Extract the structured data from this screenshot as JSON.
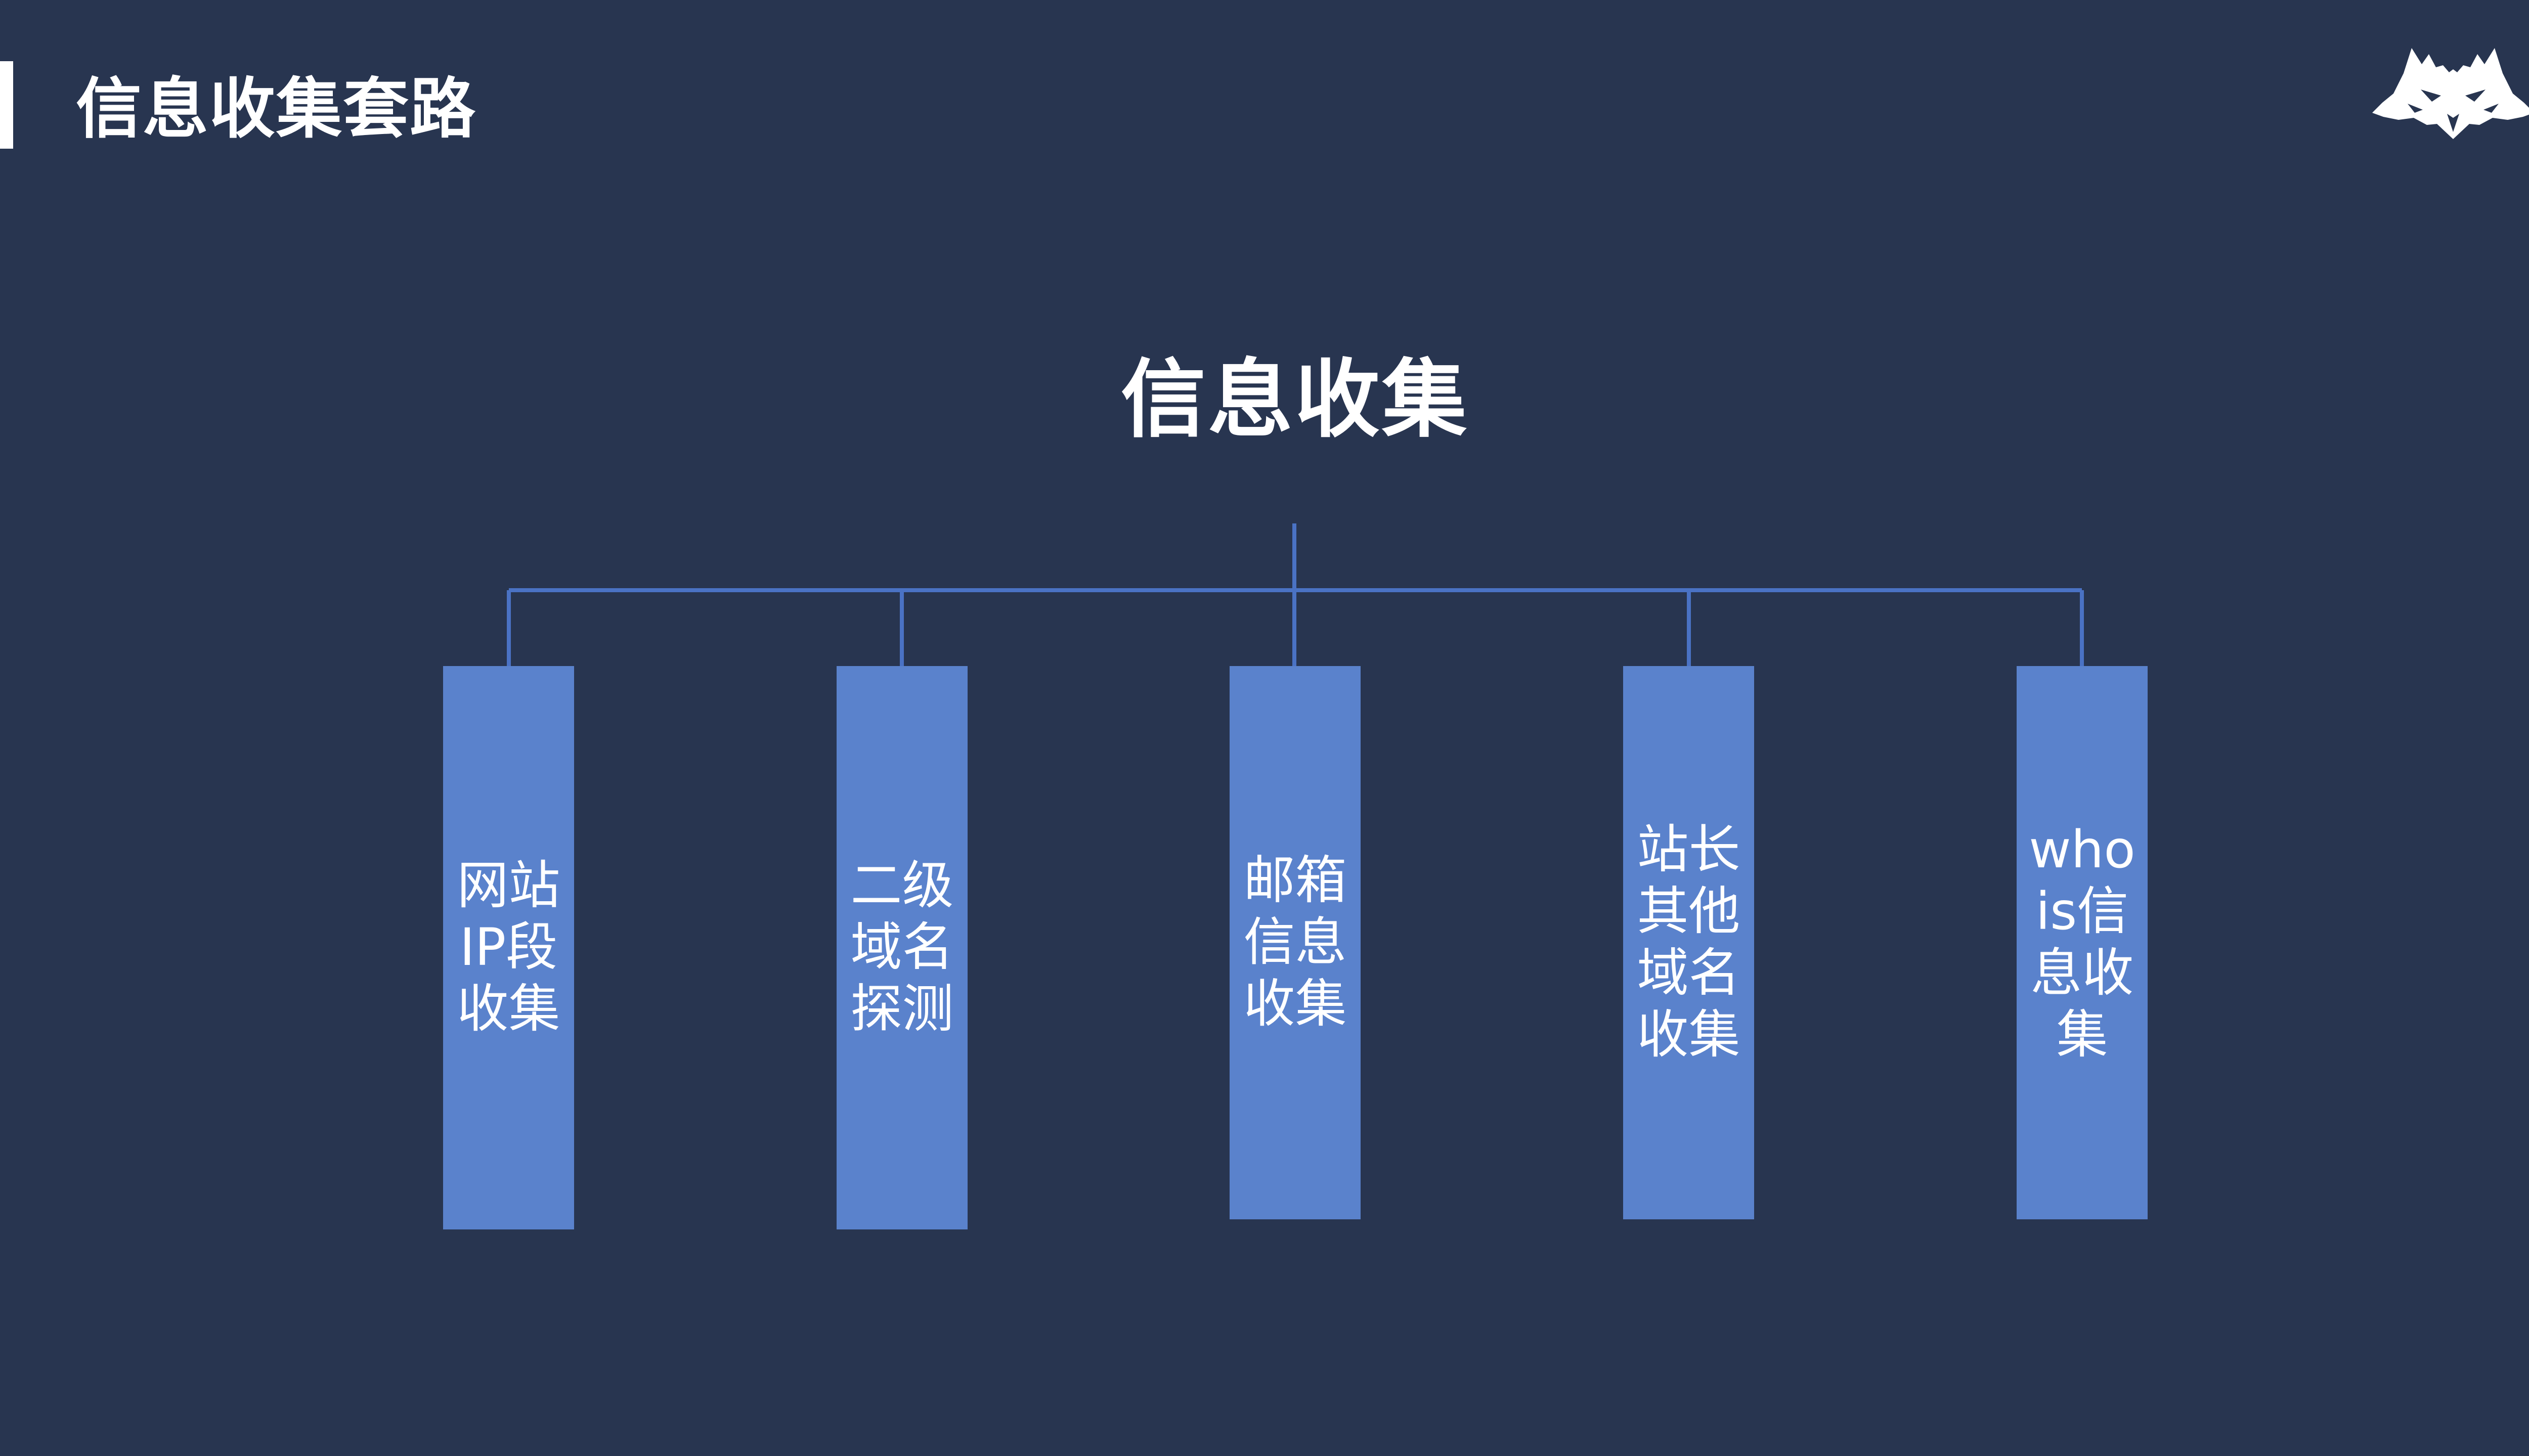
{
  "header": {
    "title": "信息收集套路",
    "logo_icon": "wolf-head-logo-icon"
  },
  "diagram": {
    "root": "信息收集",
    "nodes": [
      {
        "label": "网站IP段收集"
      },
      {
        "label": "二级域名探测"
      },
      {
        "label": "邮箱信息收集"
      },
      {
        "label": "站长其他域名收集"
      },
      {
        "label": "whois信息收集"
      }
    ]
  },
  "colors": {
    "background": "#283550",
    "box_fill": "#5a82cc",
    "connector": "#4a72c4",
    "text": "#ffffff"
  }
}
